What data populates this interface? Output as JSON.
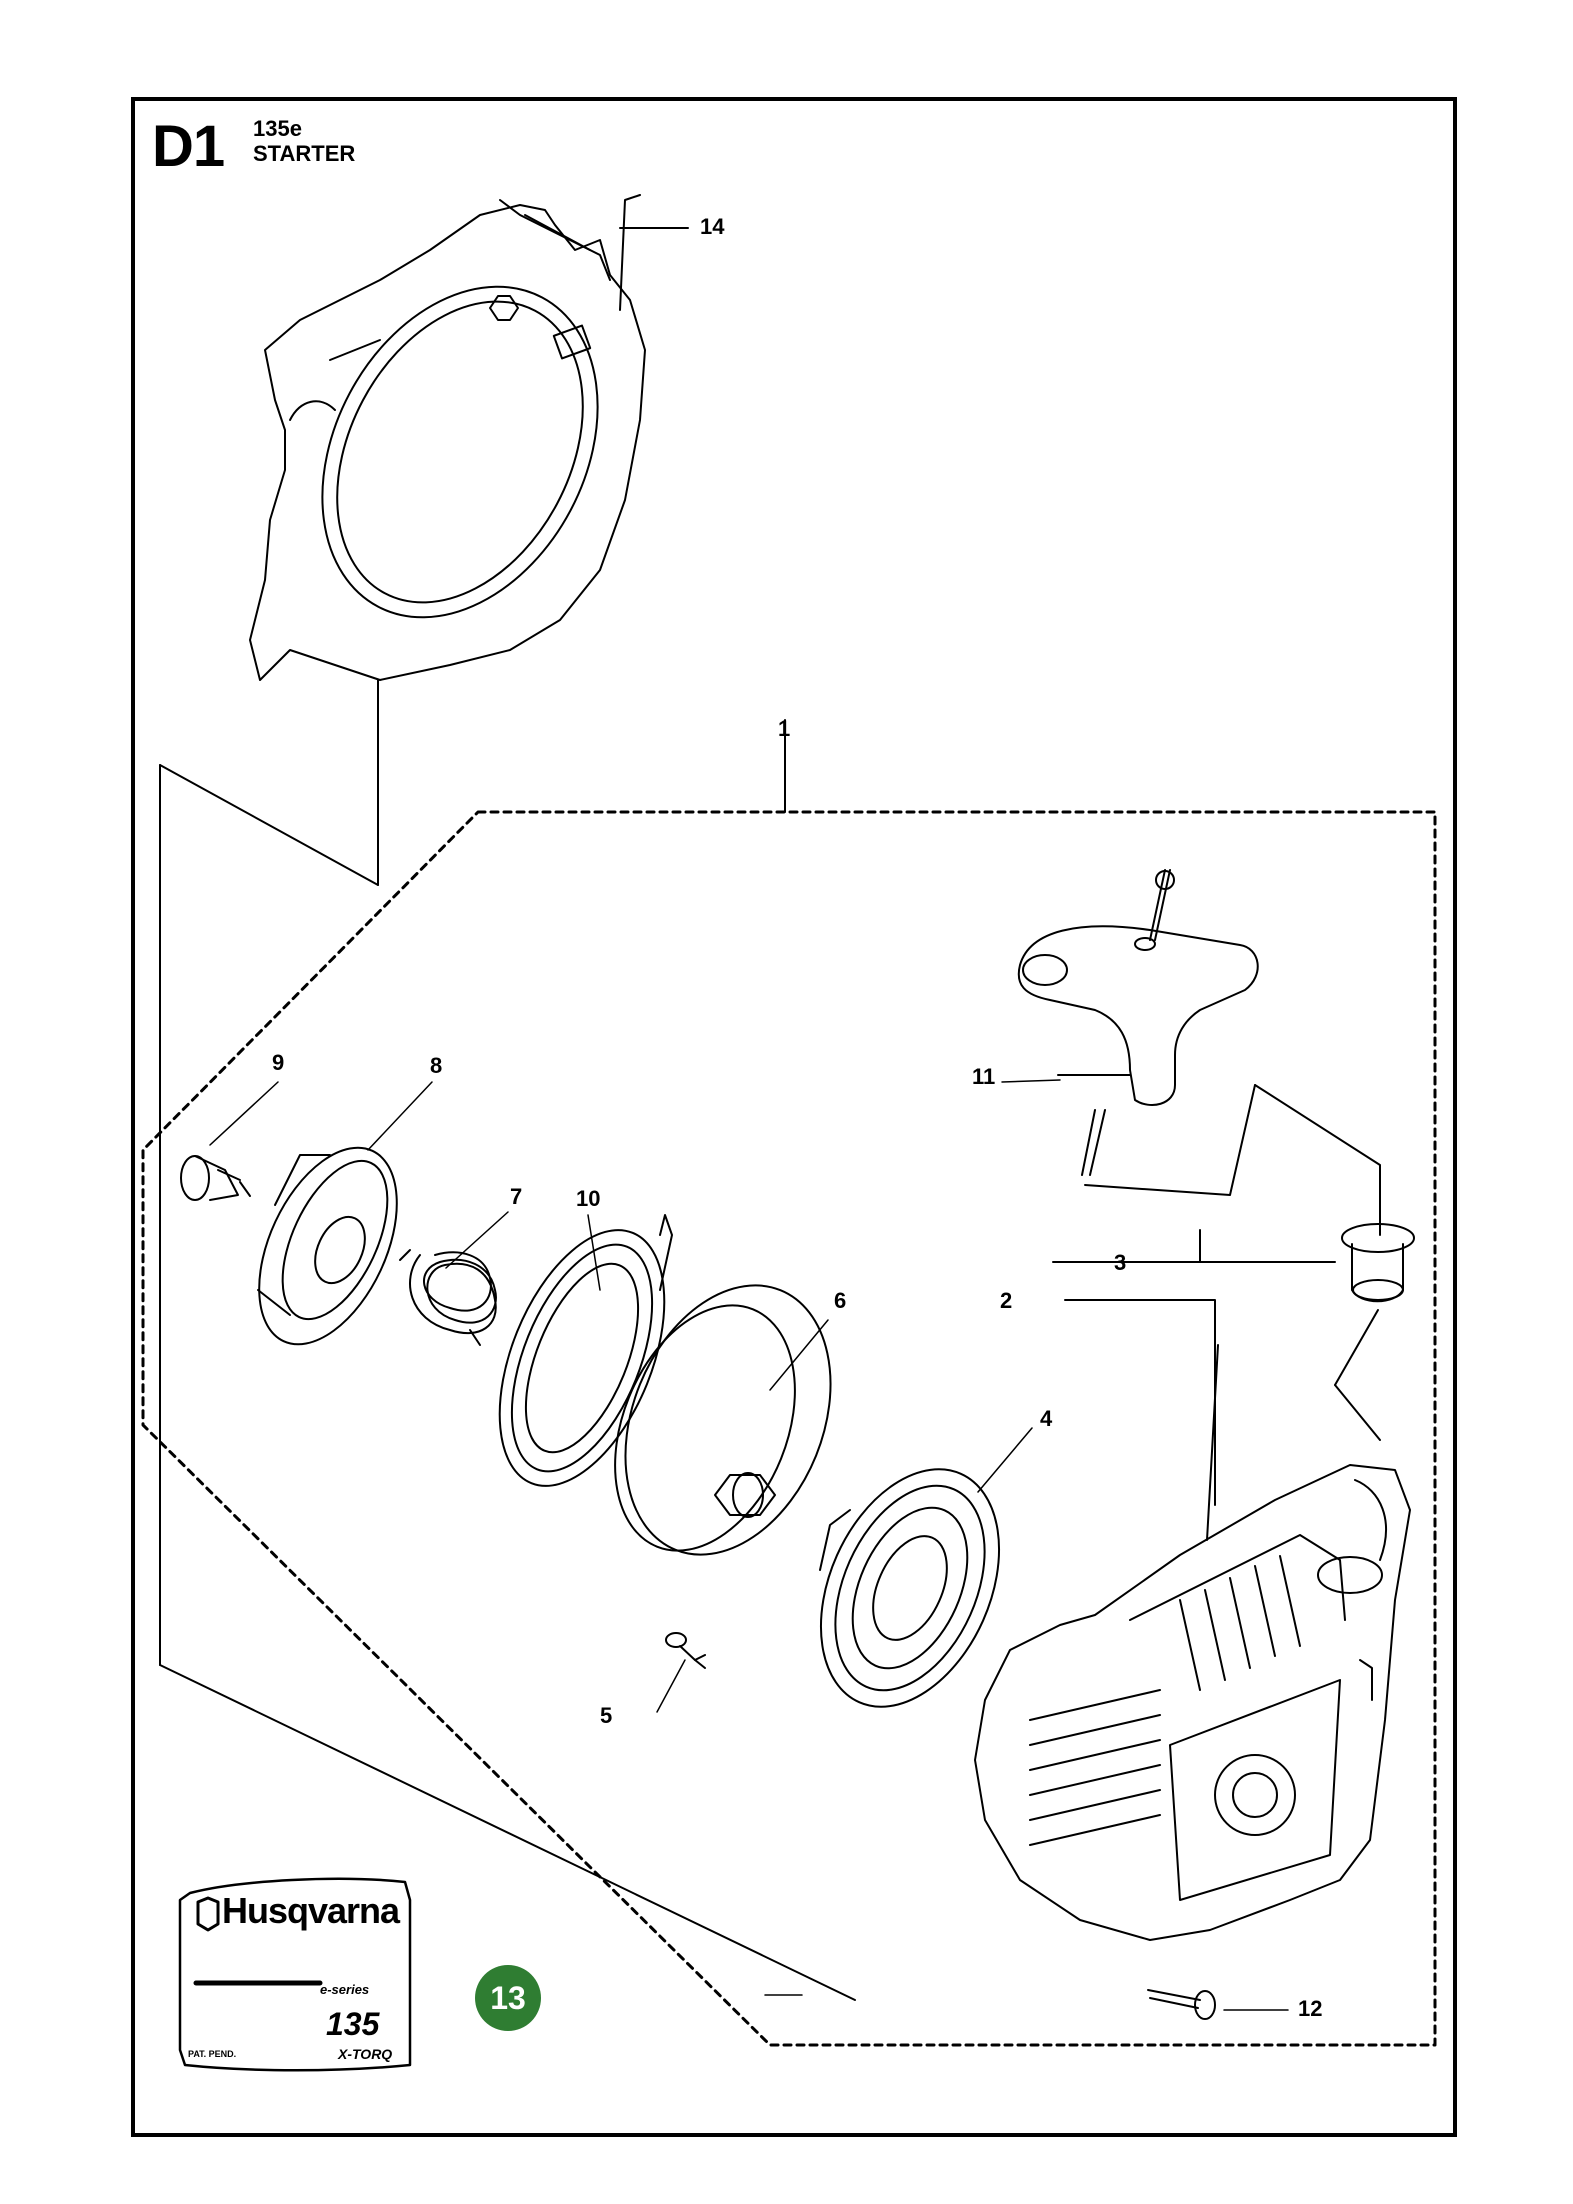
{
  "header": {
    "section_code": "D1",
    "model": "135e",
    "title": "STARTER"
  },
  "callouts": [
    {
      "id": "c1",
      "label": "1"
    },
    {
      "id": "c2",
      "label": "2"
    },
    {
      "id": "c3",
      "label": "3"
    },
    {
      "id": "c4",
      "label": "4"
    },
    {
      "id": "c5",
      "label": "5"
    },
    {
      "id": "c6",
      "label": "6"
    },
    {
      "id": "c7",
      "label": "7"
    },
    {
      "id": "c8",
      "label": "8"
    },
    {
      "id": "c9",
      "label": "9"
    },
    {
      "id": "c10",
      "label": "10"
    },
    {
      "id": "c11",
      "label": "11"
    },
    {
      "id": "c12",
      "label": "12"
    },
    {
      "id": "c14",
      "label": "14"
    }
  ],
  "highlight_callout": {
    "label": "13",
    "color": "#2f7d32"
  },
  "decal": {
    "brand": "Husqvarna",
    "series": "e-series",
    "model": "135",
    "patent": "PAT. PEND.",
    "technology": "X-TORQ"
  }
}
